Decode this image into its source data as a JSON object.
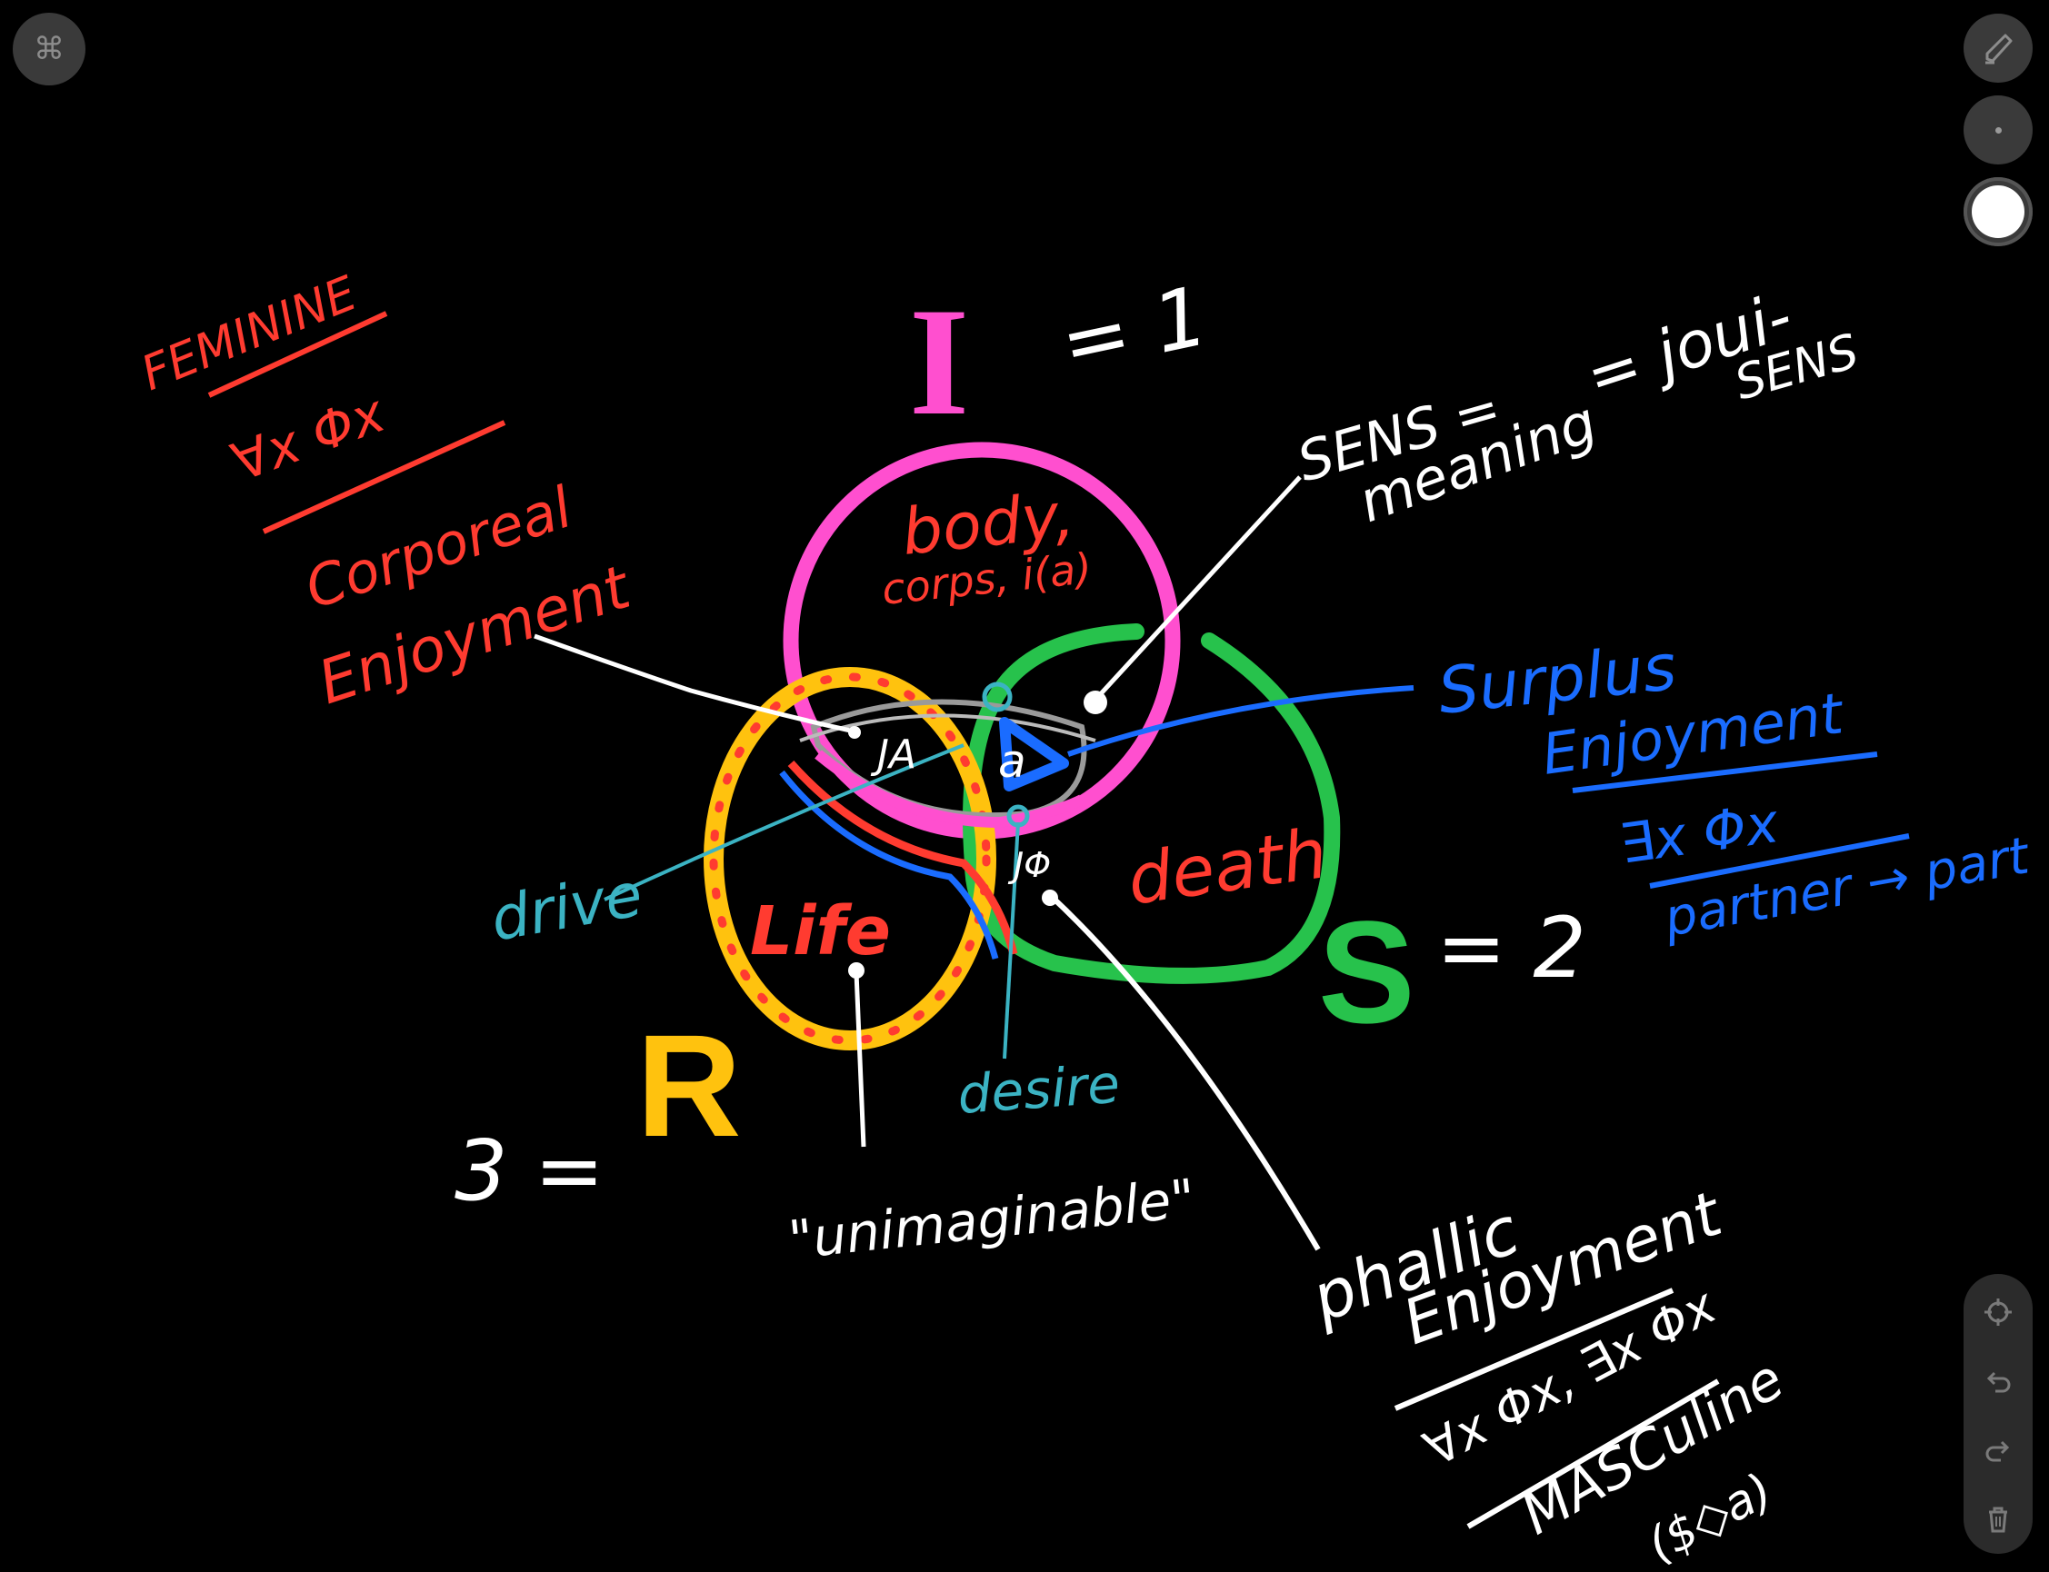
{
  "toolbar": {
    "menu_icon": "command-icon",
    "pen_icon": "highlighter-icon",
    "brush_small_icon": "small-dot-icon",
    "brush_large_icon": "large-dot-icon",
    "bottom": [
      "crosshair-icon",
      "undo-icon",
      "redo-icon",
      "trash-icon"
    ]
  },
  "colors": {
    "background": "#000000",
    "imaginary": "#ff4fcf",
    "symbolic": "#27c24c",
    "real": "#ffc20e",
    "red_text": "#ff3b30",
    "blue_text": "#1a6cff",
    "teal_text": "#3bb3c3",
    "white_text": "#ffffff"
  },
  "labels": {
    "feminine": "FEMININE",
    "feminine_formula": "∀x Φx",
    "corporeal": "Corporeal",
    "enjoyment_left": "Enjoyment",
    "imaginary_letter": "I",
    "imaginary_eq": "= 1",
    "body": "body,",
    "corps": "corps, i(a)",
    "sens": "SENS =",
    "meaning": "meaning",
    "jouis_eq": "= joui-",
    "jouis_sens": "SENS",
    "surplus": "Surplus",
    "enjoyment_right": "Enjoyment",
    "surplus_formula": "∃x Φx",
    "partner": "partner → part",
    "symbolic_letter": "S",
    "symbolic_eq": "= 2",
    "death": "death",
    "life": "Life",
    "drive": "drive",
    "desire": "desire",
    "real_letter": "R",
    "real_eq": "3 =",
    "unimaginable": "\"unimaginable\"",
    "ja": "JA",
    "jphi": "JΦ",
    "object_a": "a",
    "phallic": "phallic",
    "enjoyment_bottom": "Enjoyment",
    "masc_formula": "∀x Φx, ∃x Φx",
    "masculine": "MASCuline",
    "fantasy": "($◇a)"
  }
}
